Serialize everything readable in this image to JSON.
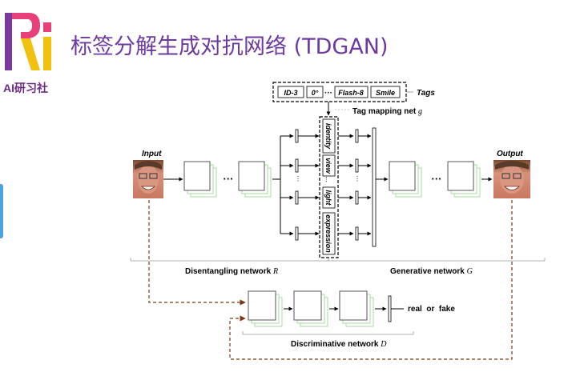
{
  "slide": {
    "title": "标签分解生成对抗网络 (TDGAN)",
    "logo_text": "AI研习社",
    "accent_color": "#6c3aa0",
    "logo_colors": [
      "#f2c10f",
      "#e8407a",
      "#7a3aa0"
    ]
  },
  "diagram": {
    "tags_label": "Tags",
    "tags": [
      "ID-3",
      "0°",
      "···",
      "Flash-8",
      "Smile"
    ],
    "tag_mapping_label": "Tag mapping net",
    "tag_mapping_symbol": "g",
    "factors": [
      "identity",
      "view",
      "light",
      "expression"
    ],
    "factor_ellipsis": "...",
    "input_label": "Input",
    "output_label": "Output",
    "dots": "···",
    "disentangling_label": "Disentangling network",
    "disentangling_symbol": "R",
    "generative_label": "Generative network",
    "generative_symbol": "G",
    "discriminator_output": "real  or  fake",
    "discriminative_label": "Discriminative network",
    "discriminative_symbol": "D"
  }
}
